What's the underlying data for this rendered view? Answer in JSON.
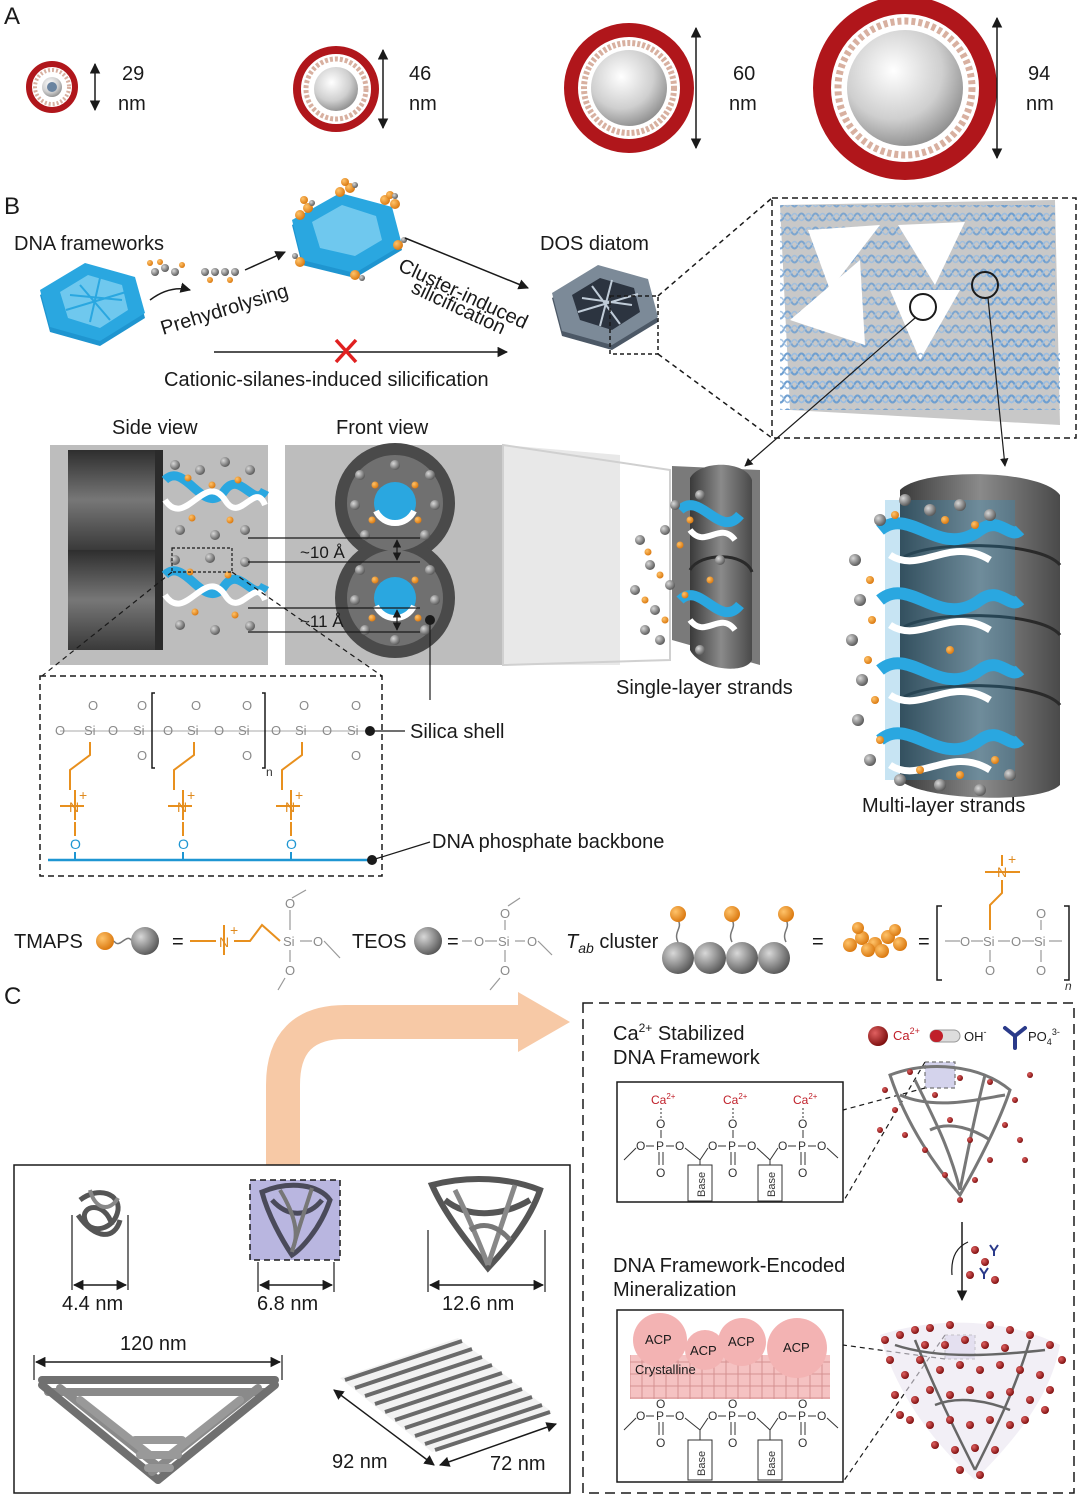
{
  "panels": {
    "a": "A",
    "b": "B",
    "c": "C"
  },
  "panel_a": {
    "sizes": [
      {
        "value": "29",
        "unit": "nm"
      },
      {
        "value": "46",
        "unit": "nm"
      },
      {
        "value": "60",
        "unit": "nm"
      },
      {
        "value": "94",
        "unit": "nm"
      }
    ]
  },
  "panel_b": {
    "dna_frameworks": "DNA frameworks",
    "prehydrolysing": "Prehydrolysing",
    "cluster_induced_1": "Cluster-induced",
    "cluster_induced_2": "silicification",
    "dos_diatom": "DOS diatom",
    "cationic": "Cationic-silanes-induced silicification",
    "side_view": "Side view",
    "front_view": "Front view",
    "dist_10": "~10 Å",
    "dist_11": "~11 Å",
    "single_layer": "Single-layer strands",
    "multi_layer": "Multi-layer strands",
    "silica_shell": "Silica shell",
    "dna_backbone": "DNA phosphate backbone",
    "n_sub": "n",
    "tmaps": "TMAPS",
    "teos": "TEOS",
    "tab_t": "T",
    "tab_ab": "ab",
    "tab_cluster": " cluster",
    "equals": "=",
    "si": "Si",
    "o": "O",
    "n_plus": "N",
    "plus": "+"
  },
  "panel_c": {
    "ca_stab_1": "Ca",
    "ca_stab_sup": "2+",
    "ca_stab_2": " Stabilized",
    "ca_stab_3": "DNA Framework",
    "legend_ca": "Ca",
    "legend_ca_sup": "2+",
    "legend_oh": "OH",
    "legend_oh_sup": "-",
    "legend_po": "PO",
    "legend_po_sub": "4",
    "legend_po_sup": "3-",
    "ca_label": "Ca",
    "ca_label_sup": "2+",
    "base": "Base",
    "p": "P",
    "mineral_1": "DNA Framework-Encoded",
    "mineral_2": "Mineralization",
    "acp": "ACP",
    "crystalline": "Crystalline",
    "size_44": "4.4 nm",
    "size_68": "6.8 nm",
    "size_126": "12.6 nm",
    "size_120": "120 nm",
    "size_92": "92 nm",
    "size_72": "72 nm"
  },
  "colors": {
    "dna_blue": "#2aa7e0",
    "shell_red": "#b0161b",
    "silica_gray": "#6a6a6a",
    "orange": "#e8901e",
    "arrow_peach": "#f7c9a6",
    "highlight_lavender": "#b9b6e0",
    "acp_pink": "#f3b3b3",
    "cross_red": "#e02020"
  },
  "icons": [
    "cross-icon",
    "arrow-icon"
  ]
}
